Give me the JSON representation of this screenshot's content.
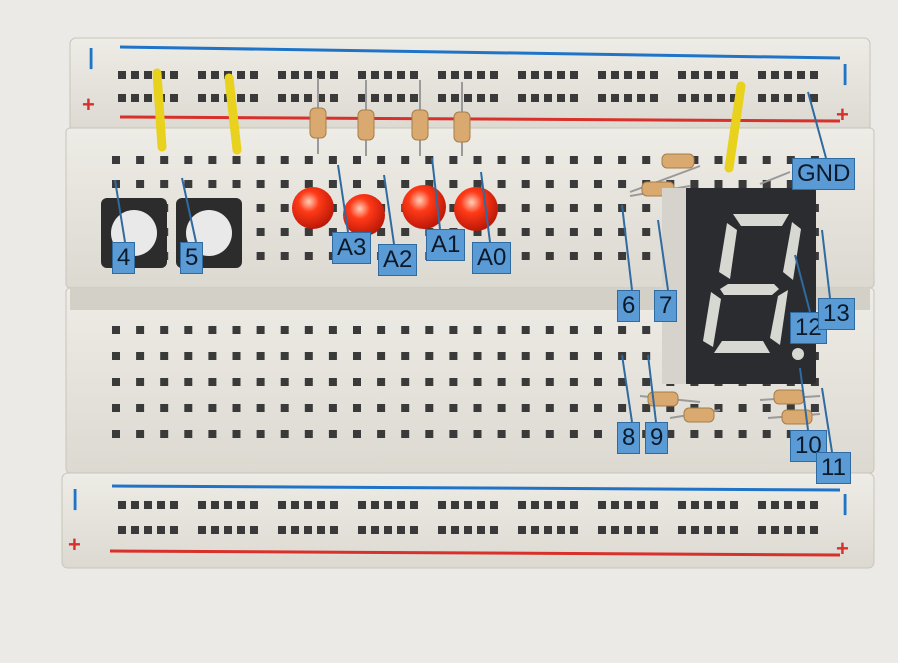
{
  "labels": {
    "pin4": "4",
    "pin5": "5",
    "a3": "A3",
    "a2": "A2",
    "a1": "A1",
    "a0": "A0",
    "pin6": "6",
    "pin7": "7",
    "gnd": "GND",
    "pin12": "12",
    "pin13": "13",
    "pin8": "8",
    "pin9": "9",
    "pin10": "10",
    "pin11": "11"
  },
  "colors": {
    "callout": "#5b9bd5",
    "rail_blue": "#1f74c7",
    "rail_red": "#d8302a",
    "led_red": "#ff2a10",
    "wire_yellow": "#e8d21e",
    "display_body": "#2a2c30"
  }
}
